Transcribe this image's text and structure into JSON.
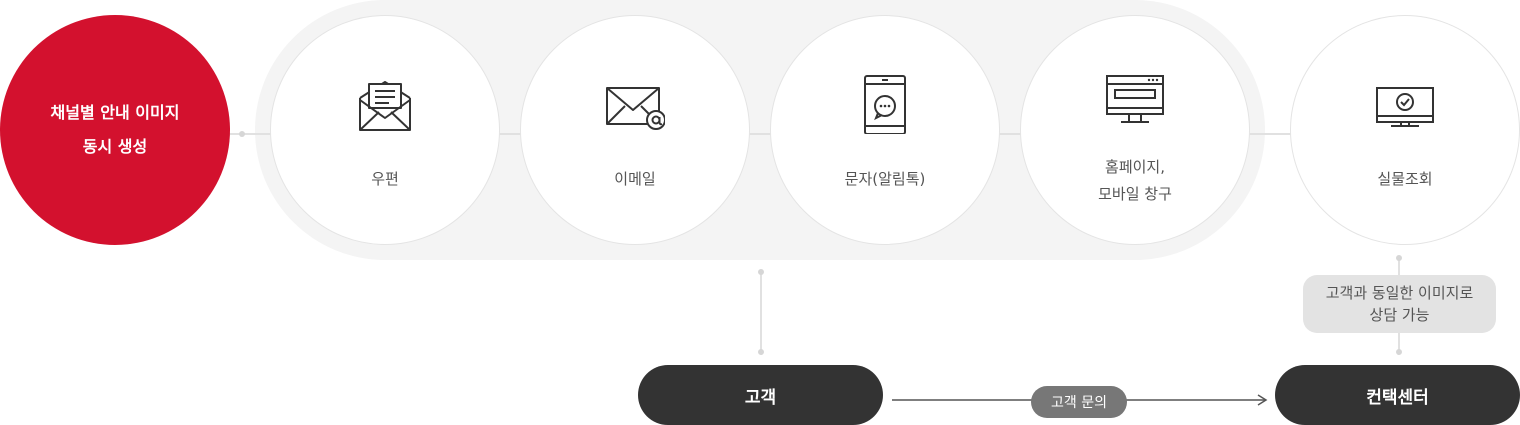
{
  "header_circle": {
    "line1": "채널별 안내 이미지",
    "line2": "동시 생성"
  },
  "channels": [
    {
      "label_line1": "우편",
      "icon": "envelope-open-icon"
    },
    {
      "label_line1": "이메일",
      "icon": "email-at-icon"
    },
    {
      "label_line1": "문자(알림톡)",
      "icon": "mobile-chat-icon"
    },
    {
      "label_line1": "홈페이지,",
      "label_line2": "모바일 창구",
      "icon": "web-monitor-icon"
    },
    {
      "label_line1": "실물조회",
      "icon": "monitor-check-icon"
    }
  ],
  "note": {
    "line1": "고객과 동일한 이미지로",
    "line2": "상담 가능"
  },
  "customer_label": "고객",
  "inquiry_label": "고객 문의",
  "contact_center_label": "컨택센터",
  "colors": {
    "accent": "#d3112e",
    "dark": "#333333",
    "band": "#f4f4f4"
  }
}
